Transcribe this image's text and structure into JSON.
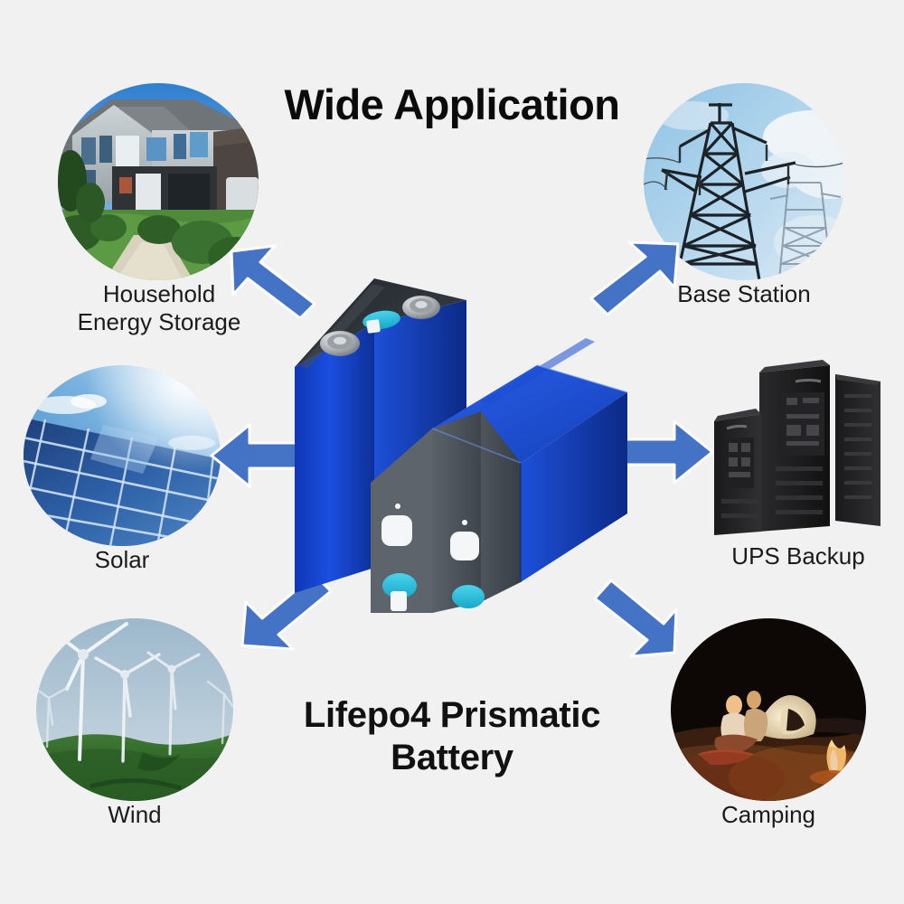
{
  "page": {
    "background_color": "#f1f1f2",
    "title": "Wide Application",
    "caption_line1": "Lifepo4 Prismatic",
    "caption_line2": "Battery",
    "accent_arrow_color": "#4472c4",
    "text_color": "#111111"
  },
  "applications": [
    {
      "id": "household-energy-storage",
      "label_line1": "Household",
      "label_line2": "Energy Storage",
      "image": "suburban-house-photo",
      "arrow": "arrow-up-left"
    },
    {
      "id": "base-station",
      "label_line1": "Base Station",
      "label_line2": "",
      "image": "transmission-tower-photo",
      "arrow": "arrow-up-right"
    },
    {
      "id": "solar",
      "label_line1": "Solar",
      "label_line2": "",
      "image": "solar-panels-photo",
      "arrow": "arrow-left"
    },
    {
      "id": "ups-backup",
      "label_line1": "UPS Backup",
      "label_line2": "",
      "image": "server-racks-photo",
      "arrow": "arrow-right"
    },
    {
      "id": "wind",
      "label_line1": "Wind",
      "label_line2": "",
      "image": "wind-turbines-photo",
      "arrow": "arrow-down-left"
    },
    {
      "id": "camping",
      "label_line1": "Camping",
      "label_line2": "",
      "image": "campfire-tent-photo",
      "arrow": "arrow-down-right"
    }
  ],
  "product": {
    "name": "lifepo4-prismatic-battery-cells",
    "body_color": "#1947c8",
    "top_color": "#3a3f46",
    "vent_color": "#29bcd8",
    "terminal_color": "#b9bcc0"
  }
}
